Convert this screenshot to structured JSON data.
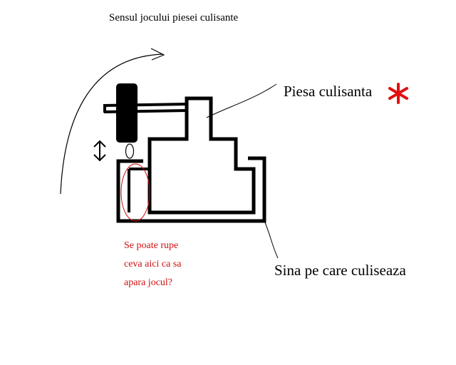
{
  "labels": {
    "direction": "Sensul jocului piesei culisante",
    "sliding_piece": "Piesa culisanta",
    "rail": "Sina pe care culiseaza",
    "note_lines": [
      "Se poate rupe",
      "ceva aici ca sa",
      "apara jocul?"
    ]
  },
  "colors": {
    "ink": "#000000",
    "accent_red": "#e01010",
    "note_text": "#d01010",
    "background": "#ffffff"
  },
  "icons": {
    "double_arrow": "up-down-arrow-icon",
    "star": "red-asterisk-icon"
  }
}
